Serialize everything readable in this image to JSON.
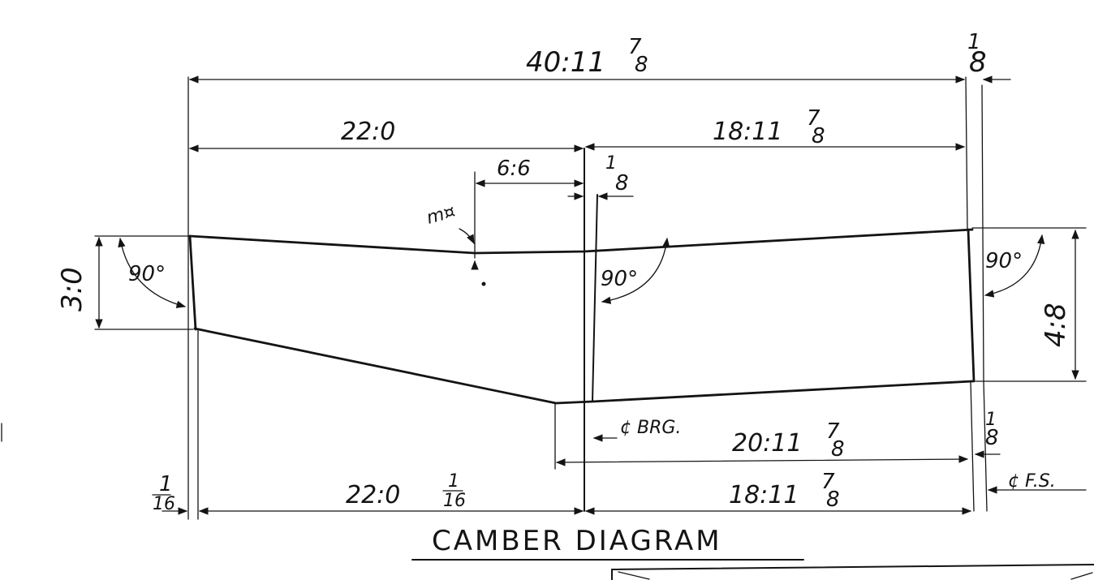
{
  "drawing": {
    "title": "CAMBER DIAGRAM",
    "dimensions": {
      "overall": "40:11",
      "overall_frac": "7",
      "overall_frac_den": "8",
      "top_right_offset_num": "1",
      "top_right_offset_den": "8",
      "left_segment": "22:0",
      "right_segment": "18:11",
      "right_segment_frac_num": "7",
      "right_segment_frac_den": "8",
      "inner_segment": "6:6",
      "inner_offset_num": "1",
      "inner_offset_den": "8",
      "marker": "m¤",
      "left_height": "3:0",
      "right_height": "4:8",
      "bearing_span": "20:11",
      "bearing_span_frac_num": "7",
      "bearing_span_frac_den": "8",
      "bearing_offset_num": "1",
      "bearing_offset_den": "8",
      "bottom_left": "22:0",
      "bottom_left_frac_num": "1",
      "bottom_left_frac_den": "16",
      "bottom_left_offset_num": "1",
      "bottom_left_offset_den": "16",
      "bottom_right": "18:11",
      "bottom_right_frac_num": "7",
      "bottom_right_frac_den": "8"
    },
    "angles": {
      "left": "90°",
      "center": "90°",
      "right": "90°"
    },
    "labels": {
      "bearing_centerline": "¢ BRG.",
      "field_splice": "¢ F.S."
    }
  }
}
